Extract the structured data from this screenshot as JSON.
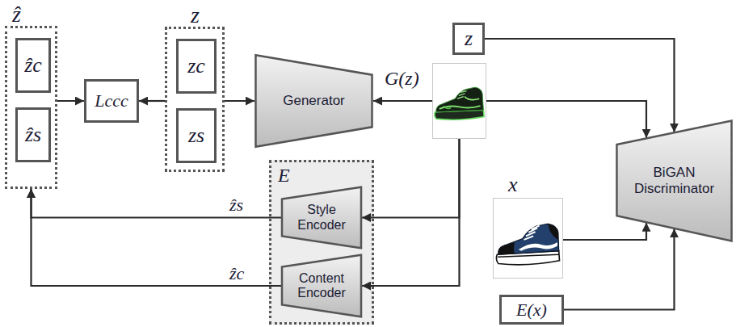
{
  "diagram": {
    "nodes": [
      {
        "text": [
          "ẑ"
        ]
      },
      {
        "text": [
          "ẑc"
        ],
        "in": 0
      },
      {
        "text": [
          "ẑs"
        ],
        "in": 0
      },
      {
        "text": [
          "Lccc"
        ]
      },
      {
        "text": [
          "z"
        ]
      },
      {
        "text": [
          "zc"
        ],
        "in": 4
      },
      {
        "text": [
          "zs"
        ],
        "in": 4
      },
      {
        "text": [
          "Generator"
        ]
      },
      {
        "text": [
          "G(z)"
        ]
      },
      {
        "text": [
          "z"
        ]
      },
      {
        "text": [
          "BiGAN Discriminator"
        ]
      },
      {
        "text": [
          "E"
        ]
      },
      {
        "text": [
          "Style Encoder"
        ],
        "in": 11
      },
      {
        "text": [
          "Content Encoder"
        ],
        "in": 11
      },
      {
        "text": [
          "x"
        ]
      },
      {
        "text": [
          "E(x)"
        ]
      }
    ],
    "edges": [
      {
        "from": 0,
        "to": 3,
        "arrow": "to"
      },
      {
        "from": 4,
        "to": 3,
        "arrow": "to"
      },
      {
        "from": 4,
        "to": 7,
        "arrow": "to"
      },
      {
        "from": 8,
        "to": 7,
        "arrow": "to"
      },
      {
        "from": 9,
        "to": 10,
        "arrow": "to"
      },
      {
        "from": 8,
        "to": 10,
        "arrow": "to"
      },
      {
        "from": 8,
        "to": 12,
        "arrow": "to"
      },
      {
        "from": 8,
        "to": 13,
        "arrow": "to"
      },
      {
        "from": 12,
        "to": 0,
        "label": "ẑs",
        "arrow": "to"
      },
      {
        "from": 13,
        "to": 0,
        "label": "ẑc",
        "arrow": "to"
      },
      {
        "from": 14,
        "to": 10,
        "arrow": "to"
      },
      {
        "from": 15,
        "to": 10,
        "arrow": "to"
      }
    ]
  }
}
